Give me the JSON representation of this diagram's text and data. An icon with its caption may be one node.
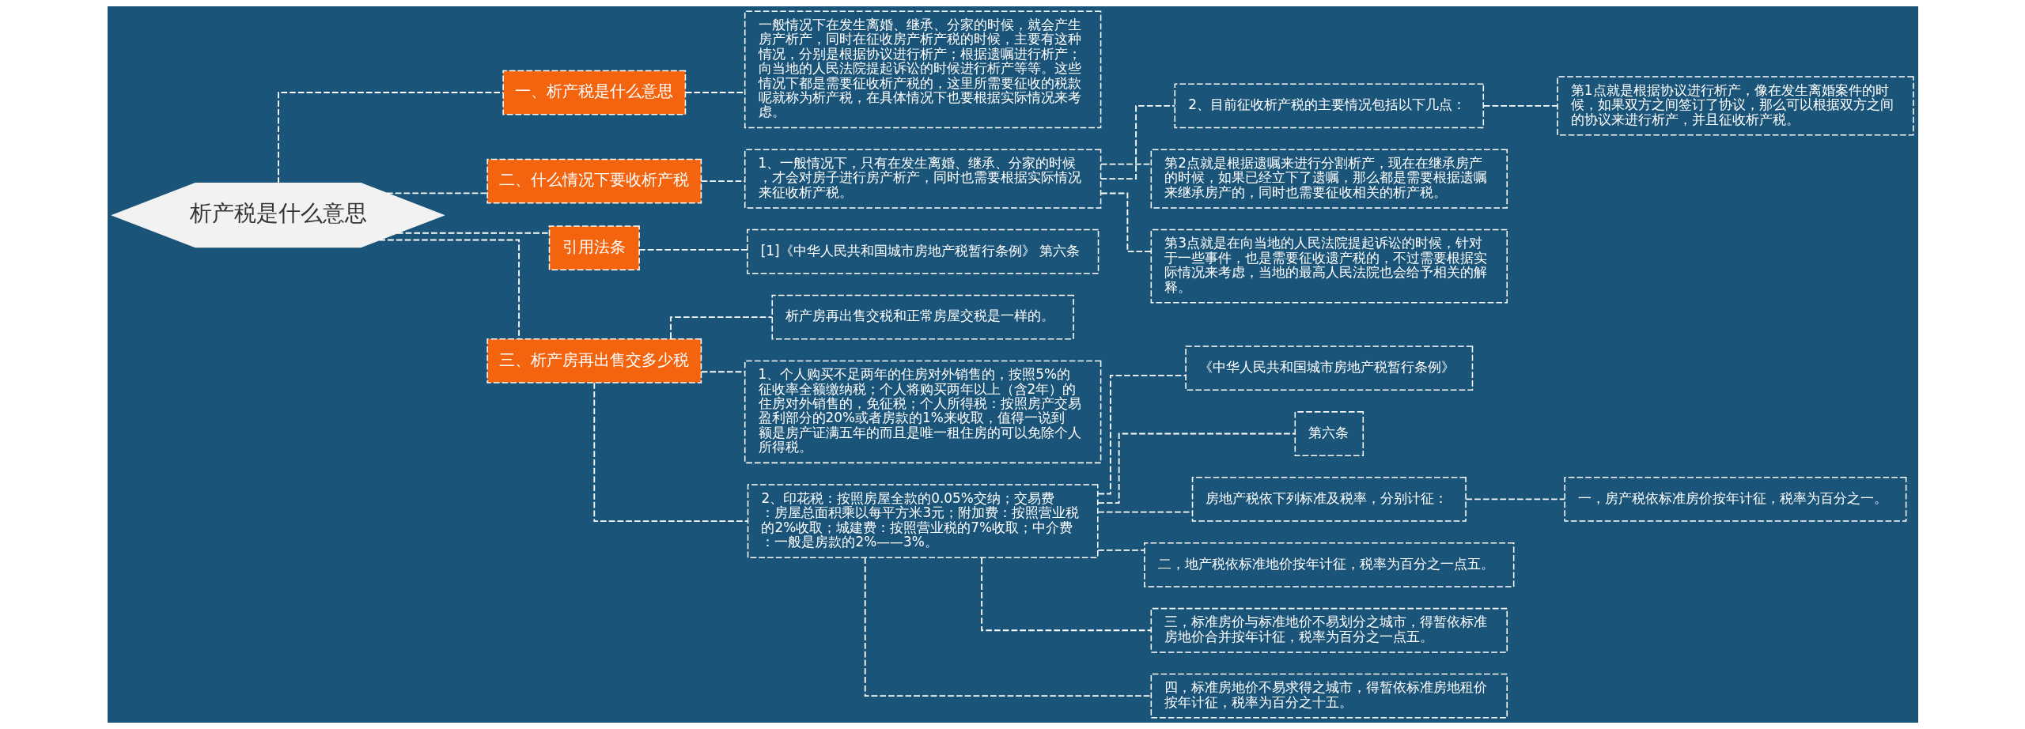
{
  "diagram": {
    "nodes": [
      {
        "text": [
          "析产税是什么意思"
        ]
      },
      {
        "text": [
          "一、析产税是什么意思"
        ]
      },
      {
        "text": [
          "一般情况下在发生离婚、继承、分家的时候，就会产生房产析产，同时在征收房产析产税的时候，主要有这种情况，分别是根据协议进行析产；根据遗嘱进行析产；向当地的人民法院提起诉讼的时候进行析产等等。这些情况下都是需要征收析产税的，这里所需要征收的税款呢就称为析产税，在具体情况下也要根据实际情况来考虑。"
        ]
      },
      {
        "text": [
          "二、什么情况下要收析产税"
        ]
      },
      {
        "text": [
          "1、一般情况下，只有在发生离婚、继承、分家的时候，才会对房子进行房产析产，同时也需要根据实际情况来征收析产税。"
        ]
      },
      {
        "text": [
          "2、目前征收析产税的主要情况包括以下几点："
        ]
      },
      {
        "text": [
          "第1点就是根据协议进行析产，像在发生离婚案件的时候，如果双方之间签订了协议，那么可以根据双方之间的协议来进行析产，并且征收析产税。"
        ]
      },
      {
        "text": [
          "第2点就是根据遗嘱来进行分割析产，现在在继承房产的时候，如果已经立下了遗嘱，那么都是需要根据遗嘱来继承房产的，同时也需要征收相关的析产税。"
        ]
      },
      {
        "text": [
          "第3点就是在向当地的人民法院提起诉讼的时候，针对于一些事件，也是需要征收遗产税的，不过需要根据实际情况来考虑，当地的最高人民法院也会给予相关的解释。"
        ]
      },
      {
        "text": [
          "引用法条"
        ]
      },
      {
        "text": [
          "[1]《中华人民共和国城市房地产税暂行条例》 第六条"
        ]
      },
      {
        "text": [
          "三、析产房再出售交多少税"
        ]
      },
      {
        "text": [
          "析产房再出售交税和正常房屋交税是一样的。"
        ]
      },
      {
        "text": [
          "1、个人购买不足两年的住房对外销售的，按照5%的征收率全额缴纳税；个人将购买两年以上（含2年）的住房对外销售的，免征税；个人所得税：按照房产交易盈利部分的20%或者房款的1%来收取，值得一说到额是房产证满五年的而且是唯一租住房的可以免除个人所得税。"
        ]
      },
      {
        "text": [
          "2、印花税：按照房屋全款的0.05%交纳；交易费：房屋总面积乘以每平方米3元；附加费：按照营业税的2%收取；城建费：按照营业税的7%收取；中介费：一般是房款的2%——3%。"
        ]
      },
      {
        "text": [
          "《中华人民共和国城市房地产税暂行条例》"
        ]
      },
      {
        "text": [
          "第六条"
        ]
      },
      {
        "text": [
          "房地产税依下列标准及税率，分别计征："
        ]
      },
      {
        "text": [
          "二，地产税依标准地价按年计征，税率为百分之一点五。"
        ]
      },
      {
        "text": [
          "三，标准房价与标准地价不易划分之城市，得暂依标准房地价合并按年计征，税率为百分之一点五。"
        ]
      },
      {
        "text": [
          "四，标准房地价不易求得之城市，得暂依标准房地租价按年计征，税率为百分之十五。"
        ]
      },
      {
        "text": [
          "一，房产税依标准房价按年计征，税率为百分之一。"
        ]
      }
    ],
    "edges": [
      {
        "from": 0,
        "to": 1,
        "arrow": "none"
      },
      {
        "from": 1,
        "to": 2,
        "arrow": "none"
      },
      {
        "from": 0,
        "to": 3,
        "arrow": "none"
      },
      {
        "from": 3,
        "to": 4,
        "arrow": "none"
      },
      {
        "from": 4,
        "to": 5,
        "arrow": "none"
      },
      {
        "from": 5,
        "to": 6,
        "arrow": "none"
      },
      {
        "from": 4,
        "to": 7,
        "arrow": "none"
      },
      {
        "from": 4,
        "to": 8,
        "arrow": "none"
      },
      {
        "from": 0,
        "to": 9,
        "arrow": "none"
      },
      {
        "from": 9,
        "to": 10,
        "arrow": "none"
      },
      {
        "from": 0,
        "to": 11,
        "arrow": "none"
      },
      {
        "from": 11,
        "to": 12,
        "arrow": "none"
      },
      {
        "from": 11,
        "to": 13,
        "arrow": "none"
      },
      {
        "from": 11,
        "to": 14,
        "arrow": "none"
      },
      {
        "from": 14,
        "to": 15,
        "arrow": "none"
      },
      {
        "from": 14,
        "to": 16,
        "arrow": "none"
      },
      {
        "from": 14,
        "to": 17,
        "arrow": "none"
      },
      {
        "from": 14,
        "to": 18,
        "arrow": "none"
      },
      {
        "from": 14,
        "to": 19,
        "arrow": "none"
      },
      {
        "from": 14,
        "to": 20,
        "arrow": "none"
      },
      {
        "from": 17,
        "to": 21,
        "arrow": "none"
      }
    ]
  }
}
